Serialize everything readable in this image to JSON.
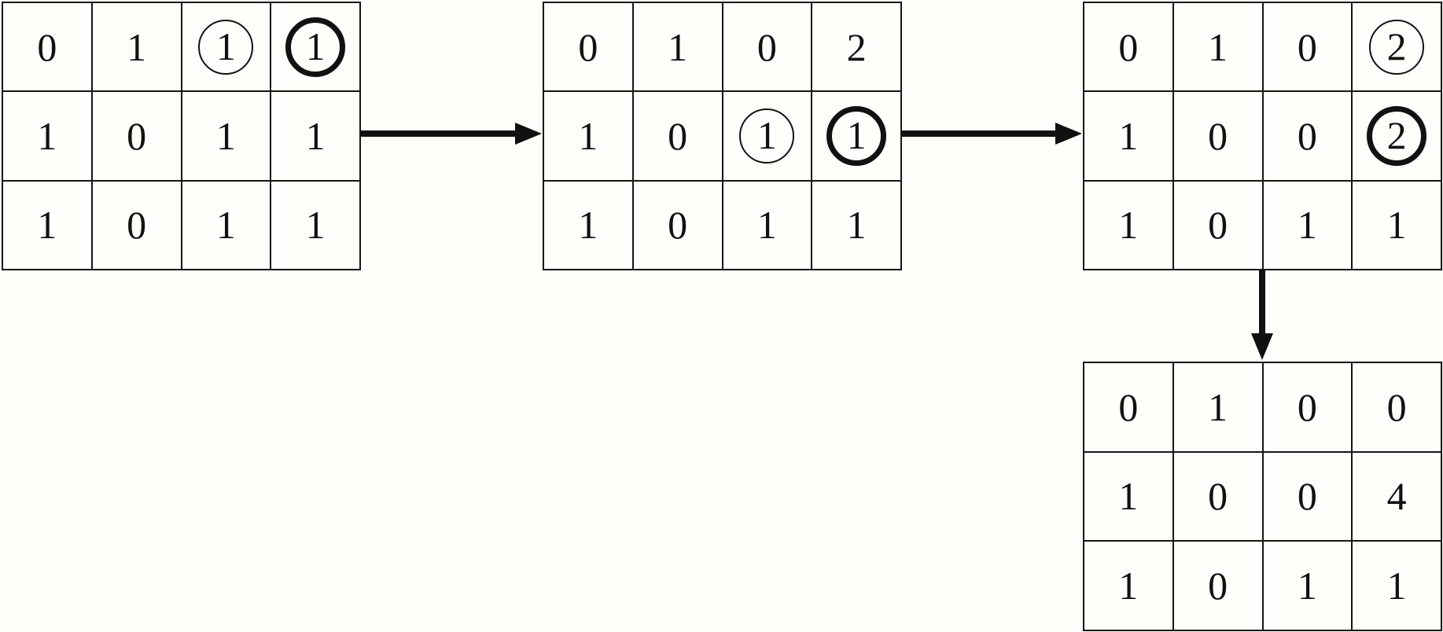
{
  "figure": {
    "description": "Four 4x3 integer matrices connected by thick arrows showing a stepwise cell-merge transformation; circled entries mark the pair being merged (thin circle = source, bold circle = target).",
    "background_color": "#fffefb",
    "line_color": "#161616",
    "text_color": "#111111",
    "grids": [
      {
        "name": "step-1",
        "rows": [
          [
            {
              "v": "0"
            },
            {
              "v": "1"
            },
            {
              "v": "1",
              "circle": "thin"
            },
            {
              "v": "1",
              "circle": "bold"
            }
          ],
          [
            {
              "v": "1"
            },
            {
              "v": "0"
            },
            {
              "v": "1"
            },
            {
              "v": "1"
            }
          ],
          [
            {
              "v": "1"
            },
            {
              "v": "0"
            },
            {
              "v": "1"
            },
            {
              "v": "1"
            }
          ]
        ]
      },
      {
        "name": "step-2",
        "rows": [
          [
            {
              "v": "0"
            },
            {
              "v": "1"
            },
            {
              "v": "0"
            },
            {
              "v": "2"
            }
          ],
          [
            {
              "v": "1"
            },
            {
              "v": "0"
            },
            {
              "v": "1",
              "circle": "thin"
            },
            {
              "v": "1",
              "circle": "bold"
            }
          ],
          [
            {
              "v": "1"
            },
            {
              "v": "0"
            },
            {
              "v": "1"
            },
            {
              "v": "1"
            }
          ]
        ]
      },
      {
        "name": "step-3",
        "rows": [
          [
            {
              "v": "0"
            },
            {
              "v": "1"
            },
            {
              "v": "0"
            },
            {
              "v": "2",
              "circle": "thin"
            }
          ],
          [
            {
              "v": "1"
            },
            {
              "v": "0"
            },
            {
              "v": "0"
            },
            {
              "v": "2",
              "circle": "bold"
            }
          ],
          [
            {
              "v": "1"
            },
            {
              "v": "0"
            },
            {
              "v": "1"
            },
            {
              "v": "1"
            }
          ]
        ]
      },
      {
        "name": "step-4",
        "rows": [
          [
            {
              "v": "0"
            },
            {
              "v": "1"
            },
            {
              "v": "0"
            },
            {
              "v": "0"
            }
          ],
          [
            {
              "v": "1"
            },
            {
              "v": "0"
            },
            {
              "v": "0"
            },
            {
              "v": "4"
            }
          ],
          [
            {
              "v": "1"
            },
            {
              "v": "0"
            },
            {
              "v": "1"
            },
            {
              "v": "1"
            }
          ]
        ]
      }
    ],
    "arrows": [
      {
        "from": "step-1",
        "to": "step-2",
        "direction": "right"
      },
      {
        "from": "step-2",
        "to": "step-3",
        "direction": "right"
      },
      {
        "from": "step-3",
        "to": "step-4",
        "direction": "down"
      }
    ]
  }
}
